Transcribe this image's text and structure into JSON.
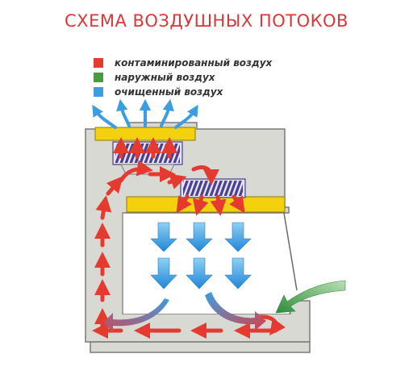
{
  "title": "СХЕМА ВОЗДУШНЫХ ПОТОКОВ",
  "legend": [
    {
      "label": "контаминированный воздух",
      "color": "#e53a2f"
    },
    {
      "label": "наружный воздух",
      "color": "#4a9a3f"
    },
    {
      "label": "очищенный воздух",
      "color": "#3a9ee0"
    }
  ],
  "colors": {
    "title": "#d9383a",
    "cabinet": "#d9d9d4",
    "cabinet_stroke": "#7a7a7a",
    "filter": "#f3d10f",
    "fan": "#5a4f96",
    "work_area": "#ffffff",
    "contaminated": "#e53a2f",
    "outside": "#3d9443",
    "clean": "#3a9ee0"
  },
  "icons": {
    "fan": "fan-icon",
    "filter": "hepa-filter",
    "flow_arrow": "arrow-icon"
  }
}
